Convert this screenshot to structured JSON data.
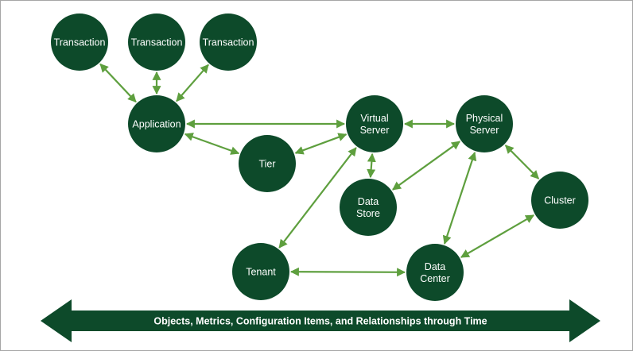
{
  "diagram": {
    "colors": {
      "node_fill": "#0d4a2a",
      "edge_color": "#5e9f3e",
      "banner_fill": "#0d4a2a",
      "text": "#ffffff",
      "frame_border": "#a6a6a6"
    },
    "nodes": [
      {
        "id": "transaction-1",
        "lines": [
          "Transaction"
        ]
      },
      {
        "id": "transaction-2",
        "lines": [
          "Transaction"
        ]
      },
      {
        "id": "transaction-3",
        "lines": [
          "Transaction"
        ]
      },
      {
        "id": "application",
        "lines": [
          "Application"
        ]
      },
      {
        "id": "tier",
        "lines": [
          "Tier"
        ]
      },
      {
        "id": "virtual-server",
        "lines": [
          "Virtual",
          "Server"
        ]
      },
      {
        "id": "physical-server",
        "lines": [
          "Physical",
          "Server"
        ]
      },
      {
        "id": "data-store",
        "lines": [
          "Data",
          "Store"
        ]
      },
      {
        "id": "cluster",
        "lines": [
          "Cluster"
        ]
      },
      {
        "id": "tenant",
        "lines": [
          "Tenant"
        ]
      },
      {
        "id": "data-center",
        "lines": [
          "Data",
          "Center"
        ]
      }
    ],
    "edges": [
      {
        "from": "transaction-1",
        "to": "application",
        "direction": "both"
      },
      {
        "from": "transaction-2",
        "to": "application",
        "direction": "both"
      },
      {
        "from": "transaction-3",
        "to": "application",
        "direction": "both"
      },
      {
        "from": "application",
        "to": "virtual-server",
        "direction": "both"
      },
      {
        "from": "application",
        "to": "tier",
        "direction": "both"
      },
      {
        "from": "tier",
        "to": "virtual-server",
        "direction": "both"
      },
      {
        "from": "virtual-server",
        "to": "physical-server",
        "direction": "both"
      },
      {
        "from": "virtual-server",
        "to": "data-store",
        "direction": "both"
      },
      {
        "from": "virtual-server",
        "to": "tenant",
        "direction": "both"
      },
      {
        "from": "physical-server",
        "to": "data-store",
        "direction": "both"
      },
      {
        "from": "physical-server",
        "to": "data-center",
        "direction": "both"
      },
      {
        "from": "physical-server",
        "to": "cluster",
        "direction": "both"
      },
      {
        "from": "tenant",
        "to": "data-center",
        "direction": "both"
      },
      {
        "from": "data-center",
        "to": "cluster",
        "direction": "both"
      }
    ],
    "banner": {
      "label": "Objects, Metrics, Configuration Items, and Relationships through Time",
      "direction": "both"
    }
  }
}
